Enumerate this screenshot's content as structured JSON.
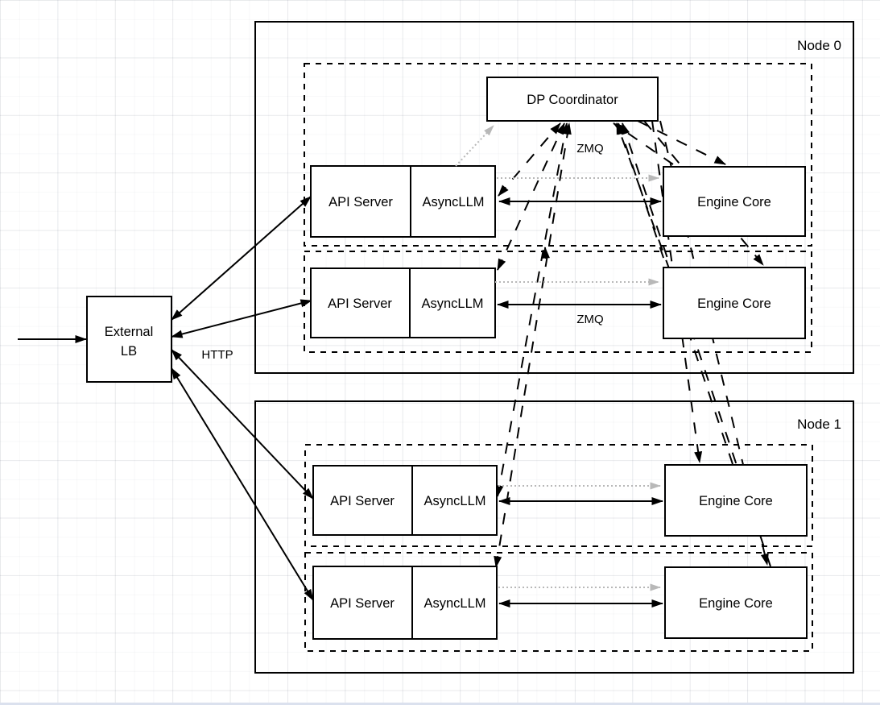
{
  "canvas": {
    "type": "diagram-grid-canvas",
    "background": "#ffffff",
    "grid_visible": true
  },
  "colors": {
    "shape_border": "#000000",
    "shape_fill": "#ffffff",
    "solid_edge": "#000000",
    "dashed_edge": "#000000",
    "dotted_edge": "#b8b8b8",
    "text": "#000000"
  },
  "groups": {
    "node0": {
      "label": "Node 0"
    },
    "node1": {
      "label": "Node 1"
    }
  },
  "shapes": {
    "external_lb": {
      "line1": "External",
      "line2": "LB"
    },
    "dp_coordinator": "DP Coordinator",
    "api_server": "API Server",
    "async_llm": "AsyncLLM",
    "engine_core": "Engine Core"
  },
  "edge_labels": {
    "http": "HTTP",
    "zmq_coordinator": "ZMQ",
    "zmq_engine": "ZMQ"
  },
  "edges": [
    {
      "from": "inbound-traffic",
      "to": "external-lb",
      "style": "solid",
      "arrows": "end"
    },
    {
      "from": "external-lb",
      "to": "api-server-node0-row1",
      "style": "solid",
      "arrows": "both",
      "label": "HTTP"
    },
    {
      "from": "external-lb",
      "to": "api-server-node0-row2",
      "style": "solid",
      "arrows": "both"
    },
    {
      "from": "external-lb",
      "to": "api-server-node1-row1",
      "style": "solid",
      "arrows": "both"
    },
    {
      "from": "external-lb",
      "to": "api-server-node1-row2",
      "style": "solid",
      "arrows": "both"
    },
    {
      "from": "async-llm-node0-row1",
      "to": "engine-core-node0-row1",
      "style": "solid",
      "arrows": "both",
      "label": "ZMQ"
    },
    {
      "from": "async-llm-node0-row2",
      "to": "engine-core-node0-row2",
      "style": "solid",
      "arrows": "both",
      "label": "ZMQ"
    },
    {
      "from": "async-llm-node1-row1",
      "to": "engine-core-node1-row1",
      "style": "solid",
      "arrows": "both"
    },
    {
      "from": "async-llm-node1-row2",
      "to": "engine-core-node1-row2",
      "style": "solid",
      "arrows": "both"
    },
    {
      "from": "dp-coordinator",
      "to": "async-llm-node0-row1",
      "style": "dashed",
      "arrows": "both"
    },
    {
      "from": "dp-coordinator",
      "to": "async-llm-node0-row2",
      "style": "dashed",
      "arrows": "both"
    },
    {
      "from": "dp-coordinator",
      "to": "async-llm-node1-row1",
      "style": "dashed",
      "arrows": "both"
    },
    {
      "from": "dp-coordinator",
      "to": "async-llm-node1-row2",
      "style": "dashed",
      "arrows": "both"
    },
    {
      "from": "engine-core-node0-row1",
      "to": "dp-coordinator",
      "style": "dashed",
      "arrows": "end"
    },
    {
      "from": "engine-core-node0-row2",
      "to": "dp-coordinator",
      "style": "dashed",
      "arrows": "end"
    },
    {
      "from": "engine-core-node1-row1",
      "to": "dp-coordinator",
      "style": "dashed",
      "arrows": "end"
    },
    {
      "from": "engine-core-node1-row2",
      "to": "dp-coordinator",
      "style": "dashed",
      "arrows": "end"
    },
    {
      "from": "dp-coordinator",
      "to": "engine-core-node0-row1",
      "style": "dashed",
      "arrows": "end"
    },
    {
      "from": "dp-coordinator",
      "to": "engine-core-node0-row2",
      "style": "dashed",
      "arrows": "end"
    },
    {
      "from": "dp-coordinator",
      "to": "engine-core-node1-row1",
      "style": "dashed",
      "arrows": "end"
    },
    {
      "from": "dp-coordinator",
      "to": "engine-core-node1-row2",
      "style": "dashed",
      "arrows": "end"
    },
    {
      "from": "async-llm-node0-row1",
      "to": "dp-coordinator",
      "style": "dotted-gray",
      "arrows": "end"
    },
    {
      "from": "async-llm-node0-row1",
      "to": "engine-core-node0-row1",
      "style": "dotted-gray",
      "arrows": "end"
    },
    {
      "from": "async-llm-node0-row2",
      "to": "engine-core-node0-row2",
      "style": "dotted-gray",
      "arrows": "end"
    },
    {
      "from": "async-llm-node1-row1",
      "to": "engine-core-node1-row1",
      "style": "dotted-gray",
      "arrows": "end"
    },
    {
      "from": "async-llm-node1-row2",
      "to": "engine-core-node1-row2",
      "style": "dotted-gray",
      "arrows": "end"
    }
  ]
}
